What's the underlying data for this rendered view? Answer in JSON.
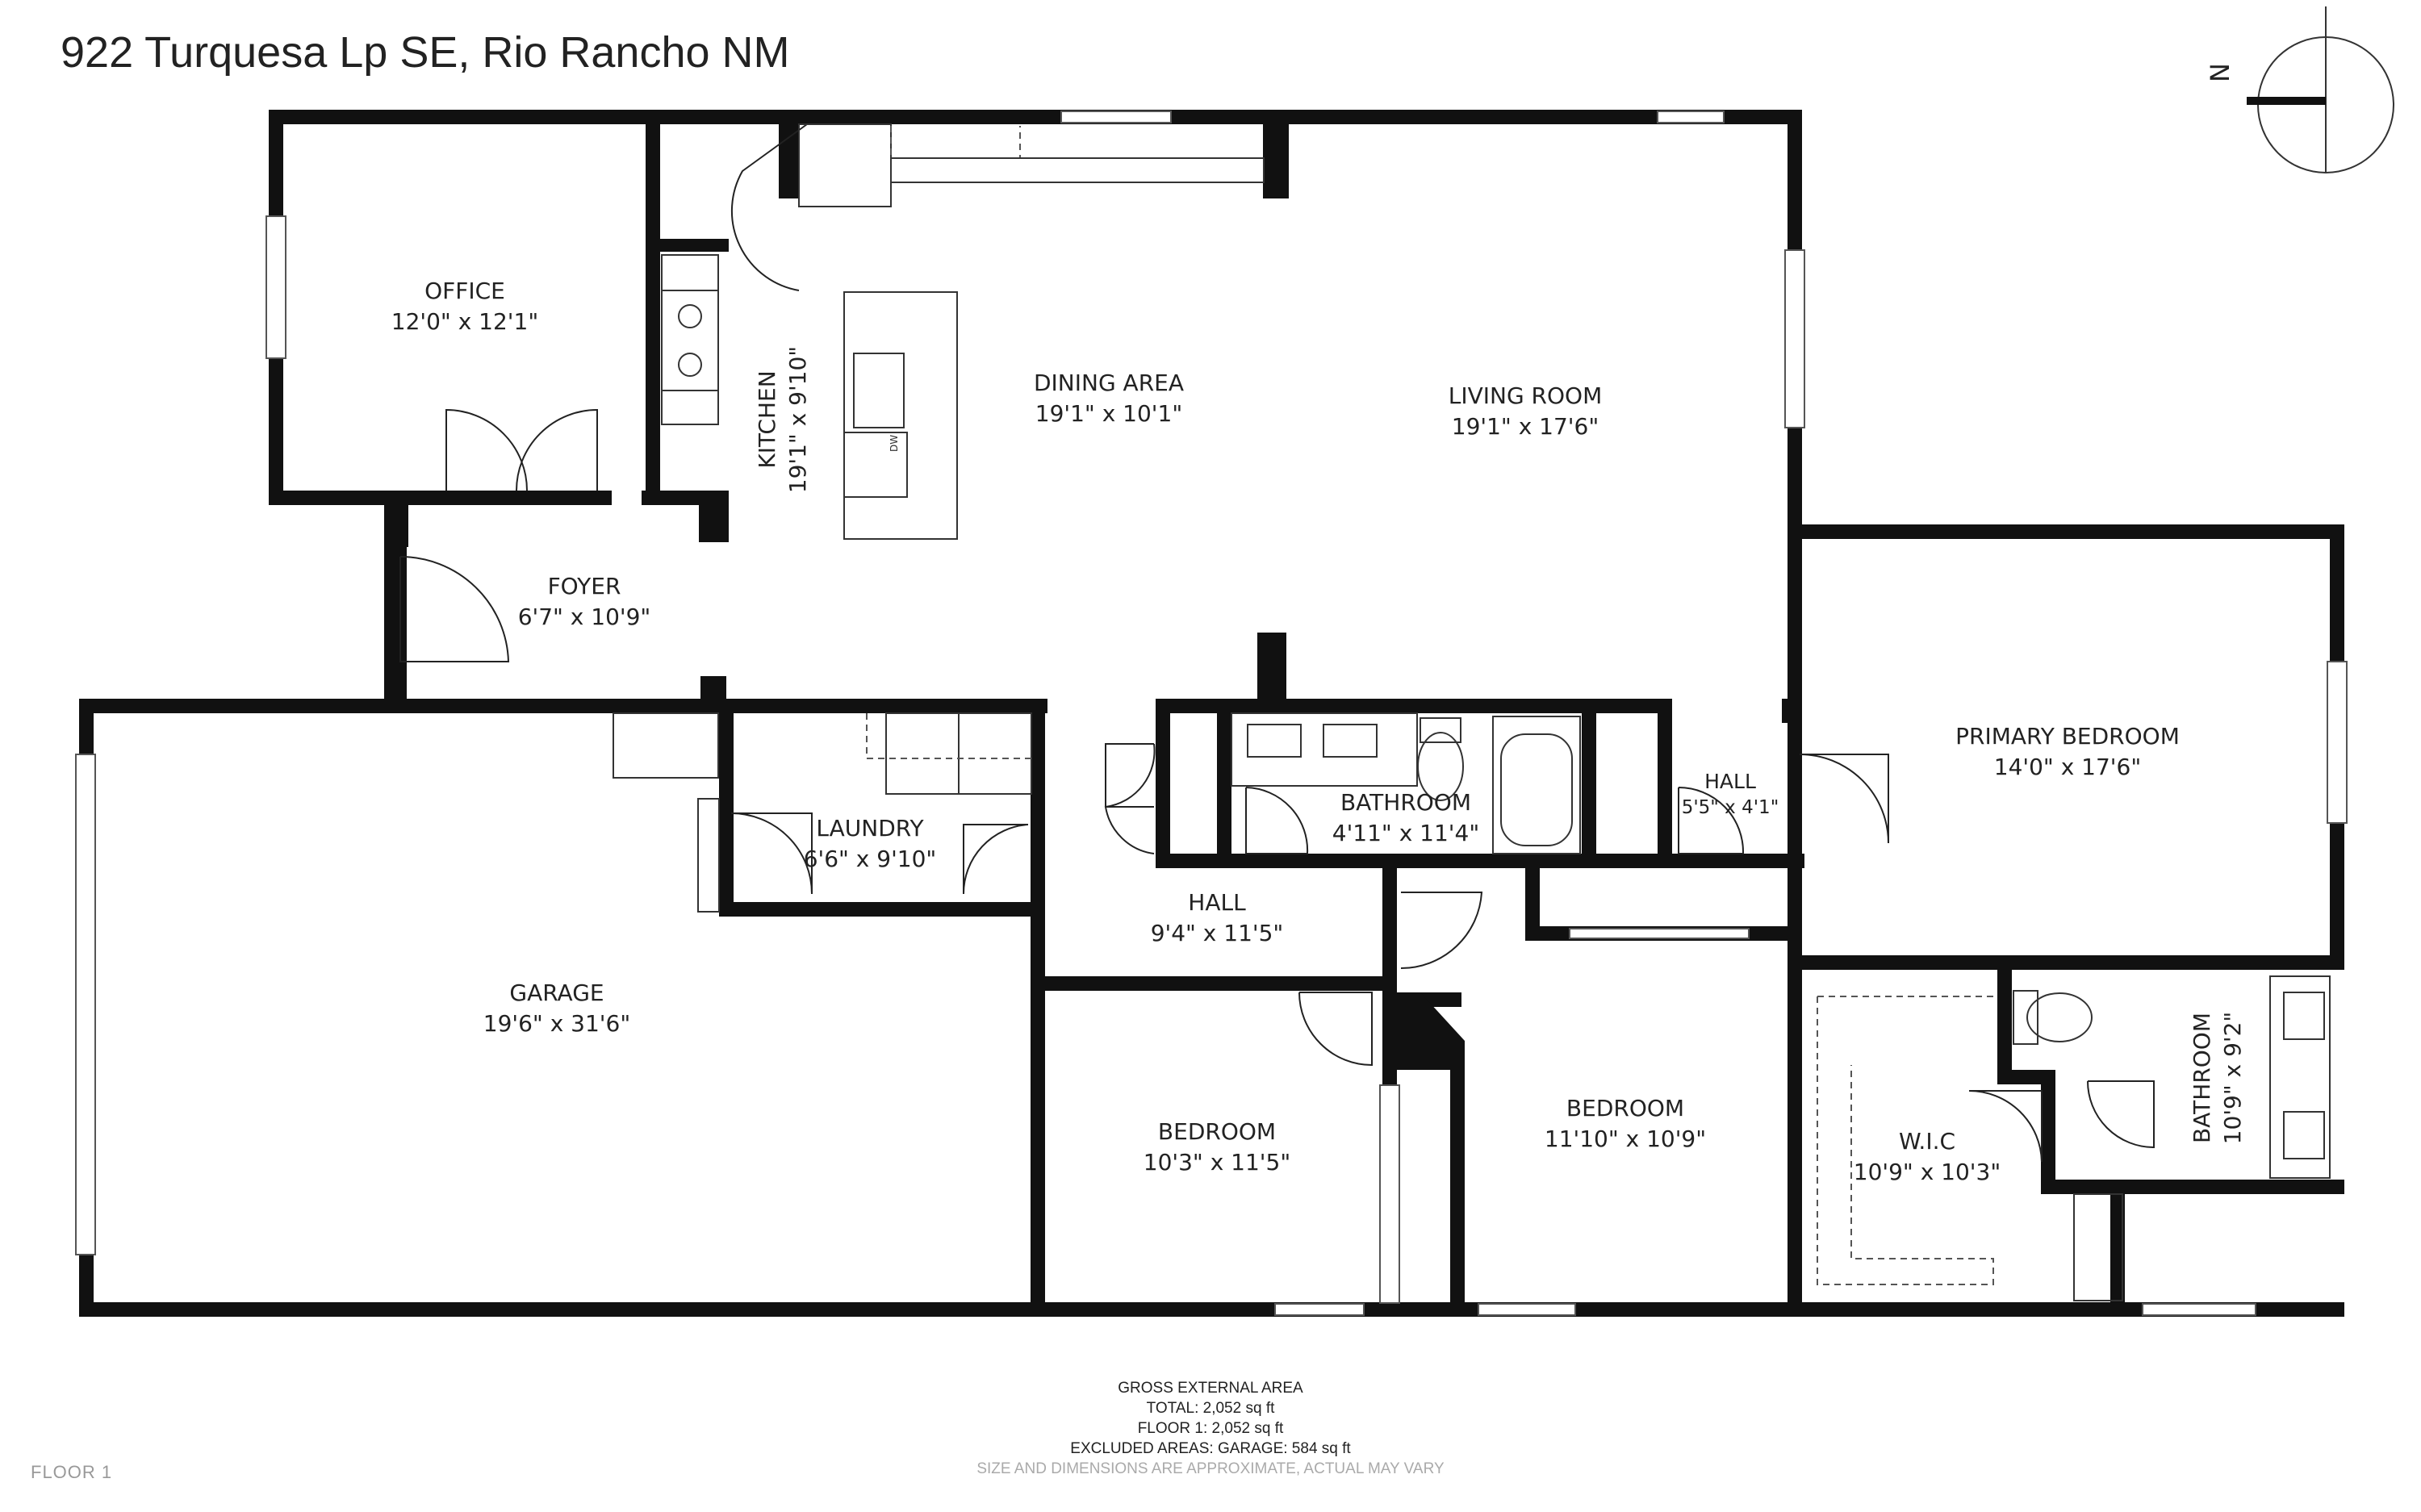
{
  "address": "922 Turquesa Lp SE, Rio Rancho NM",
  "compass_label": "N",
  "floor_label": "FLOOR 1",
  "rooms": [
    {
      "id": "office",
      "name": "OFFICE",
      "dims": "12'0\" x 12'1\""
    },
    {
      "id": "kitchen",
      "name": "KITCHEN",
      "dims": "19'1\" x 9'10\""
    },
    {
      "id": "dining",
      "name": "DINING AREA",
      "dims": "19'1\" x 10'1\""
    },
    {
      "id": "living",
      "name": "LIVING ROOM",
      "dims": "19'1\" x 17'6\""
    },
    {
      "id": "foyer",
      "name": "FOYER",
      "dims": "6'7\" x 10'9\""
    },
    {
      "id": "primary",
      "name": "PRIMARY BEDROOM",
      "dims": "14'0\" x 17'6\""
    },
    {
      "id": "laundry",
      "name": "LAUNDRY",
      "dims": "6'6\" x 9'10\""
    },
    {
      "id": "bath1",
      "name": "BATHROOM",
      "dims": "4'11\" x 11'4\""
    },
    {
      "id": "hall_small",
      "name": "HALL",
      "dims": "5'5\" x 4'1\""
    },
    {
      "id": "hall",
      "name": "HALL",
      "dims": "9'4\" x 11'5\""
    },
    {
      "id": "garage",
      "name": "GARAGE",
      "dims": "19'6\" x 31'6\""
    },
    {
      "id": "bedroom1",
      "name": "BEDROOM",
      "dims": "10'3\" x 11'5\""
    },
    {
      "id": "bedroom2",
      "name": "BEDROOM",
      "dims": "11'10\" x 10'9\""
    },
    {
      "id": "wic",
      "name": "W.I.C",
      "dims": "10'9\" x 10'3\""
    },
    {
      "id": "bath2",
      "name": "BATHROOM",
      "dims": "10'9\" x 9'2\""
    }
  ],
  "fixture_labels": {
    "dishwasher": "DW"
  },
  "area_summary": {
    "heading": "GROSS EXTERNAL AREA",
    "total": "TOTAL: 2,052 sq ft",
    "floor1": "FLOOR 1: 2,052 sq ft",
    "excluded": "EXCLUDED AREAS: GARAGE: 584 sq ft",
    "disclaimer": "SIZE AND DIMENSIONS ARE APPROXIMATE, ACTUAL MAY VARY"
  }
}
